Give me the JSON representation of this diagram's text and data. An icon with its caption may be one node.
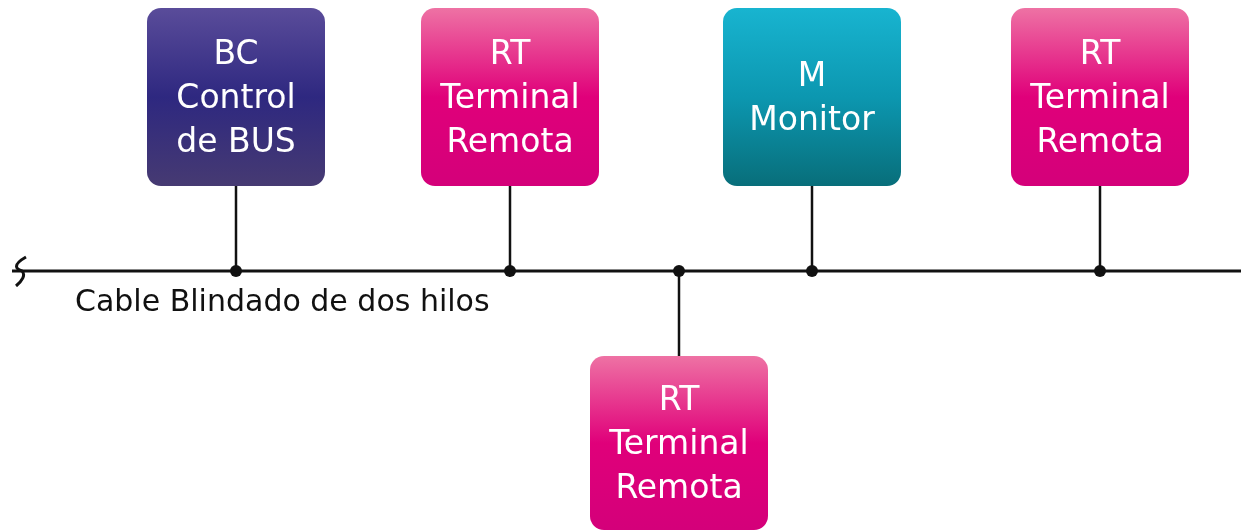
{
  "diagram": {
    "nodes": [
      {
        "text": [
          "BC",
          "Control de BUS"
        ]
      },
      {
        "text": [
          "RT",
          "Terminal Remota"
        ]
      },
      {
        "text": [
          "M",
          "Monitor"
        ]
      },
      {
        "text": [
          "RT",
          "Terminal Remota"
        ]
      },
      {
        "text": [],
        "shape": "bar",
        "beside": [
          "Cable Blindado de dos hilos"
        ]
      },
      {
        "text": [
          "RT",
          "Terminal Remota"
        ]
      }
    ],
    "edges": [
      {
        "from": 0,
        "to": 4,
        "arrow": "other"
      },
      {
        "from": 1,
        "to": 4,
        "arrow": "other"
      },
      {
        "from": 2,
        "to": 4,
        "arrow": "other"
      },
      {
        "from": 3,
        "to": 4,
        "arrow": "other"
      },
      {
        "from": 5,
        "to": 4,
        "arrow": "other"
      }
    ]
  }
}
